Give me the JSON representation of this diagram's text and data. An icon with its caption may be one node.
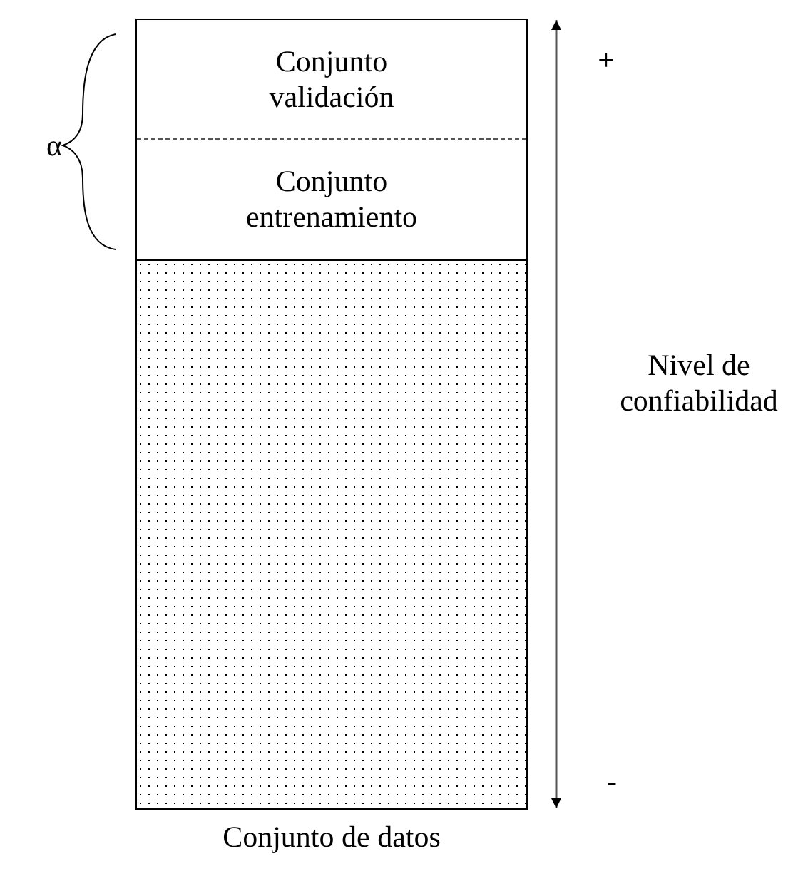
{
  "diagram": {
    "nodes": [
      {
        "text": [
          "Conjunto de datos"
        ]
      },
      {
        "text": [
          "Conjunto validación"
        ],
        "in": 0
      },
      {
        "text": [
          "Conjunto entrenamiento"
        ],
        "in": 0
      },
      {
        "text": [],
        "shape": "box",
        "in": 0
      }
    ],
    "labels": [
      "α",
      "+",
      "Nivel de confiabilidad",
      "-"
    ]
  }
}
